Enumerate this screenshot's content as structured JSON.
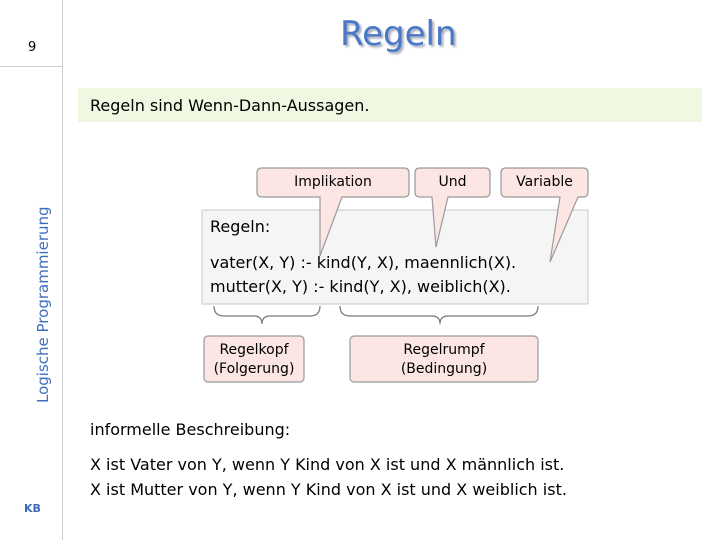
{
  "slide": {
    "page_number": "9",
    "title": "Regeln",
    "side_label": "Logische Programmierung",
    "footer_initials": "KB"
  },
  "intro": "Regeln sind Wenn-Dann-Aussagen.",
  "callouts": {
    "implikation": "Implikation",
    "und": "Und",
    "variable": "Variable"
  },
  "rules": {
    "heading": "Regeln:",
    "lines": [
      "vater(X, Y)  :- kind(Y, X), maennlich(X).",
      "mutter(X, Y) :- kind(Y, X), weiblich(X)."
    ]
  },
  "parts": {
    "head_line1": "Regelkopf",
    "head_line2": "(Folgerung)",
    "body_line1": "Regelrumpf",
    "body_line2": "(Bedingung)"
  },
  "informal": {
    "heading": "informelle Beschreibung:",
    "lines": [
      "X ist Vater von Y, wenn Y Kind von X ist und X männlich ist.",
      "X ist Mutter von Y, wenn Y Kind von X ist und X weiblich ist."
    ]
  },
  "colors": {
    "title": "#4a78c6",
    "band": "#f0f8e2",
    "callout_fill": "#fbe6e4",
    "callout_stroke": "#9a9a9a",
    "rules_fill": "#f5f5f5"
  }
}
